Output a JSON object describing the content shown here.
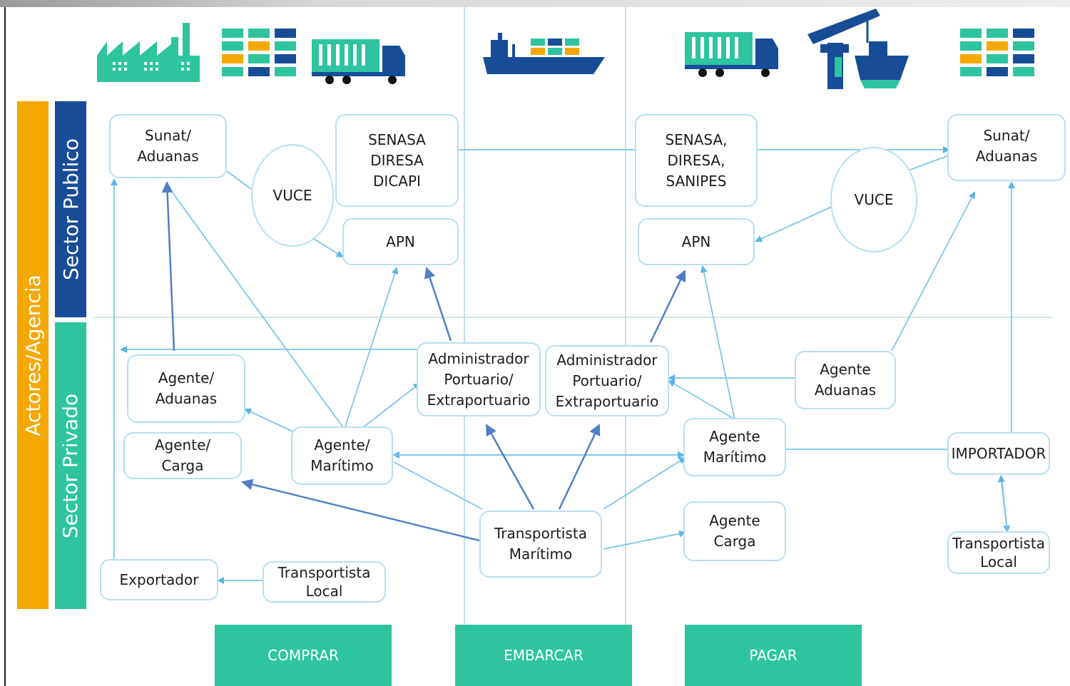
{
  "side_labels": {
    "actores": "Actores/Agencia",
    "publico": "Sector Publico",
    "privado": "Sector Privado"
  },
  "nodes": {
    "sunat_left": "Sunat/\nAduanas",
    "vuce_left": "VUCE",
    "senasa_left": "SENASA\nDIRESA\nDICAPI",
    "apn_left": "APN",
    "agente_aduanas_left": "Agente/\nAduanas",
    "agente_carga_left": "Agente/\nCarga",
    "agente_maritimo_left": "Agente/\nMarítimo",
    "admin_left": "Administrador\nPortuario/\nExtraportuario",
    "admin_right": "Administrador\nPortuario/\nExtraportuario",
    "exportador": "Exportador",
    "transportista_local_left": "Transportista\nLocal",
    "transportista_maritimo": "Transportista\nMarítimo",
    "senasa_right": "SENASA,\nDIRESA,\nSANIPES",
    "apn_right": "APN",
    "vuce_right": "VUCE",
    "sunat_right": "Sunat/\nAduanas",
    "agente_aduanas_right": "Agente\nAduanas",
    "agente_maritimo_right": "Agente\nMarítimo",
    "importador": "IMPORTADOR",
    "agente_carga_right": "Agente\nCarga",
    "transportista_local_right": "Transportista\nLocal"
  },
  "phases": {
    "comprar": "COMPRAR",
    "embarcar": "EMBARCAR",
    "pagar": "PAGAR"
  },
  "icons": [
    "factory-icon",
    "container-stack-icon",
    "truck-icon",
    "cargo-ship-icon",
    "truck-icon",
    "port-crane-ship-icon",
    "container-stack-icon"
  ],
  "colors": {
    "orange": "#f5a800",
    "navy": "#174d96",
    "teal": "#2ec4a0",
    "line": "#7cc6ea",
    "arrow_dark": "#4f7fc4"
  }
}
